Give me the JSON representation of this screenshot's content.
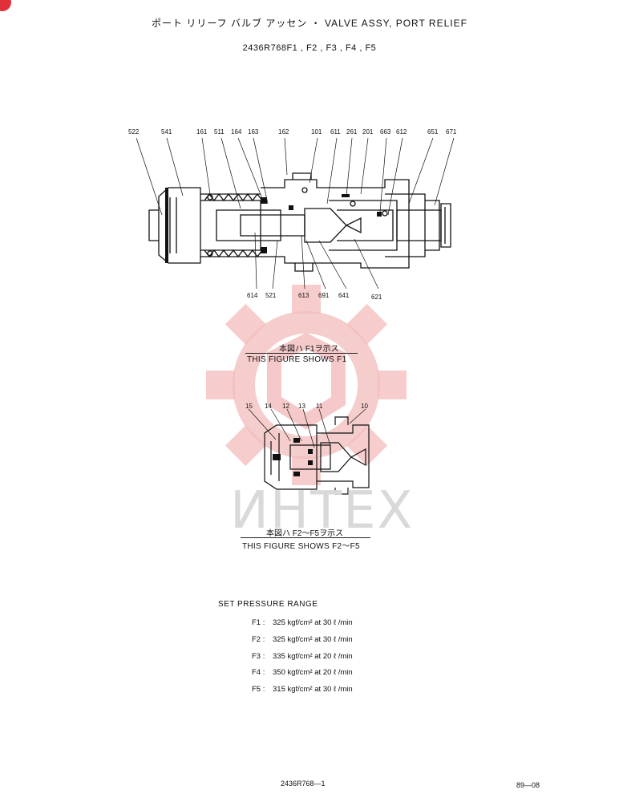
{
  "header": {
    "title": "ポート リリーフ バルブ アッセン ・ VALVE ASSY, PORT RELIEF",
    "part_numbers": "2436R768F1 , F2 , F3 , F4 , F5"
  },
  "figure1": {
    "callouts_top": [
      "522",
      "541",
      "161",
      "511",
      "164",
      "163",
      "162",
      "101",
      "611",
      "261",
      "201",
      "663",
      "612",
      "651",
      "671"
    ],
    "callouts_bottom": [
      "614",
      "521",
      "613",
      "691",
      "641",
      "621"
    ],
    "caption_jp": "本図ハ F1ヲ示ス",
    "caption_en": "THIS FIGURE SHOWS    F1"
  },
  "figure2": {
    "callouts": [
      "15",
      "14",
      "12",
      "13",
      "11",
      "10"
    ],
    "caption_jp": "本図ハ F2〜F5ヲ示ス",
    "caption_en": "THIS FIGURE SHOWS  F2〜F5"
  },
  "watermark": {
    "text": "ИНТЕХ",
    "color": "#f2b3b3"
  },
  "pressure": {
    "heading": "SET PRESSURE RANGE",
    "rows": [
      {
        "label": "F1 :",
        "value": "325 kgf/cm² at 30 ℓ /min"
      },
      {
        "label": "F2 :",
        "value": "325 kgf/cm² at 30 ℓ /min"
      },
      {
        "label": "F3 :",
        "value": "335 kgf/cm² at 20 ℓ /min"
      },
      {
        "label": "F4 :",
        "value": "350 kgf/cm² at 20 ℓ /min"
      },
      {
        "label": "F5 :",
        "value": "315 kgf/cm² at 30 ℓ /min"
      }
    ]
  },
  "footer": {
    "doc_number": "2436R768—1",
    "revision": "89—08"
  }
}
